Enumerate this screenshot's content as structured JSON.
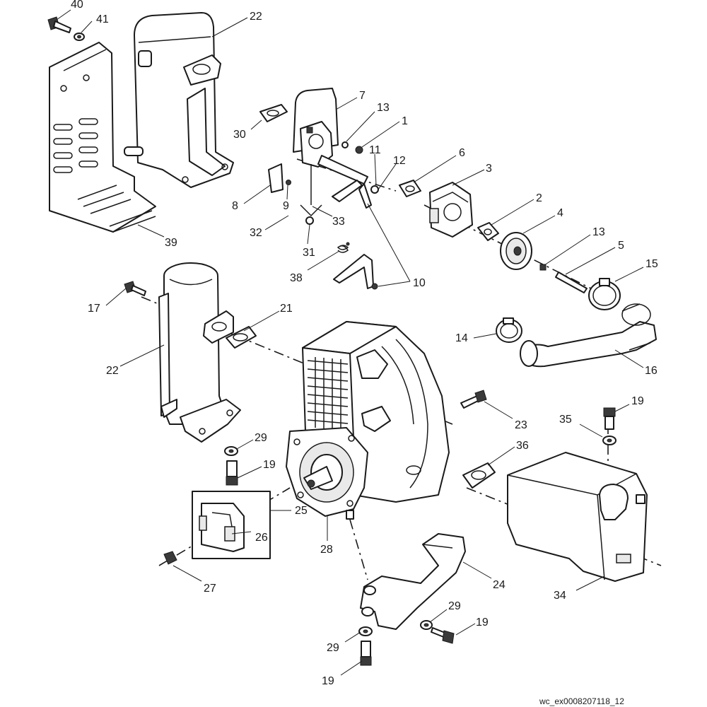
{
  "callouts": {
    "c40": "40",
    "c41": "41",
    "c22a": "22",
    "c39": "39",
    "c30": "30",
    "c7": "7",
    "c13a": "13",
    "c1": "1",
    "c11": "11",
    "c12": "12",
    "c6": "6",
    "c3": "3",
    "c8": "8",
    "c9": "9",
    "c33": "33",
    "c32": "32",
    "c31": "31",
    "c2": "2",
    "c4": "4",
    "c13b": "13",
    "c5": "5",
    "c15": "15",
    "c38": "38",
    "c10": "10",
    "c17": "17",
    "c21": "21",
    "c22b": "22",
    "c14": "14",
    "c16": "16",
    "c23": "23",
    "c19a": "19",
    "c35": "35",
    "c29a": "29",
    "c19b": "19",
    "c36": "36",
    "c25": "25",
    "c26": "26",
    "c28": "28",
    "c27": "27",
    "c24": "24",
    "c34": "34",
    "c29b": "29",
    "c19c": "19",
    "c29c": "29",
    "c19d": "19"
  },
  "footer": {
    "code": "wc_ex0008207118_12"
  }
}
